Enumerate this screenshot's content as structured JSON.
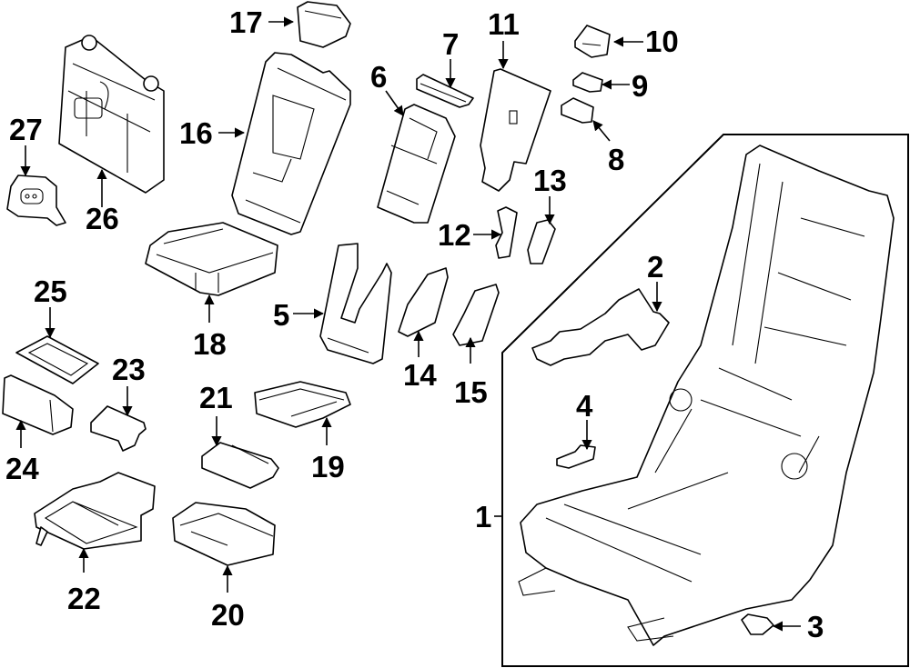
{
  "diagram": {
    "subject": "Rear seat assembly exploded parts diagram",
    "colors": {
      "line": "#000000",
      "background": "#ffffff"
    },
    "callouts": [
      {
        "id": "c1",
        "label": "1"
      },
      {
        "id": "c2",
        "label": "2"
      },
      {
        "id": "c3",
        "label": "3"
      },
      {
        "id": "c4",
        "label": "4"
      },
      {
        "id": "c5",
        "label": "5"
      },
      {
        "id": "c6",
        "label": "6"
      },
      {
        "id": "c7",
        "label": "7"
      },
      {
        "id": "c8",
        "label": "8"
      },
      {
        "id": "c9",
        "label": "9"
      },
      {
        "id": "c10",
        "label": "10"
      },
      {
        "id": "c11",
        "label": "11"
      },
      {
        "id": "c12",
        "label": "12"
      },
      {
        "id": "c13",
        "label": "13"
      },
      {
        "id": "c14",
        "label": "14"
      },
      {
        "id": "c15",
        "label": "15"
      },
      {
        "id": "c16",
        "label": "16"
      },
      {
        "id": "c17",
        "label": "17"
      },
      {
        "id": "c18",
        "label": "18"
      },
      {
        "id": "c19",
        "label": "19"
      },
      {
        "id": "c20",
        "label": "20"
      },
      {
        "id": "c21",
        "label": "21"
      },
      {
        "id": "c22",
        "label": "22"
      },
      {
        "id": "c23",
        "label": "23"
      },
      {
        "id": "c24",
        "label": "24"
      },
      {
        "id": "c25",
        "label": "25"
      },
      {
        "id": "c26",
        "label": "26"
      },
      {
        "id": "c27",
        "label": "27"
      }
    ]
  }
}
